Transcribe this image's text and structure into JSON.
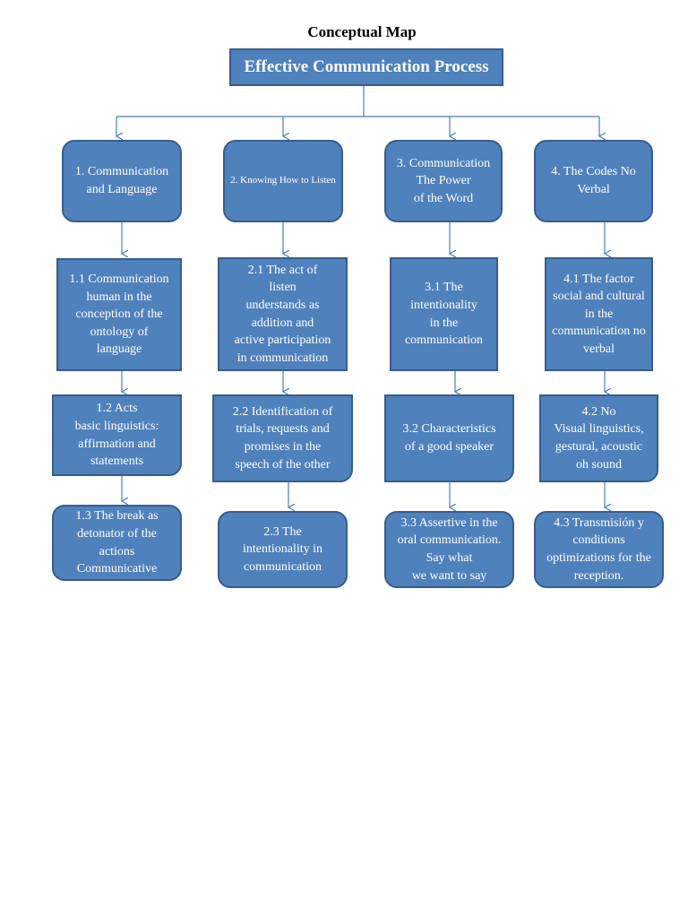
{
  "title": "Conceptual Map",
  "root": "Effective Communication Process",
  "branches": [
    {
      "main": "1. Communication\nand Language",
      "sub1": "1.1 Communication\nhuman in the\nconception of the\nontology of\nlanguage",
      "sub2": "1.2 Acts\nbasic linguistics:\naffirmation and\nstatements",
      "sub3": "1.3 The break as\ndetonator of the\nactions\nCommunicative"
    },
    {
      "main": "2. Knowing How to Listen",
      "sub1": "2.1 The act of\nlisten\nunderstands as\naddition and\nactive participation\nin communication",
      "sub2": "2.2 Identification of\ntrials, requests and\npromises in the\nspeech of the other",
      "sub3": "2.3 The\nintentionality in\ncommunication"
    },
    {
      "main": "3. Communication\nThe Power\nof the Word",
      "sub1": "3.1 The\nintentionality\nin the\ncommunication",
      "sub2": "3.2 Characteristics\nof a good speaker",
      "sub3": "3.3 Assertive in the\noral communication.\nSay what\nwe want to say"
    },
    {
      "main": "4. The Codes No\nVerbal",
      "sub1": "4.1 The factor\nsocial and cultural\nin the\ncommunication no\nverbal",
      "sub2": "4.2  No\nVisual linguistics,\ngestural,  acoustic\noh sound",
      "sub3": "4.3 Transmisión y\nconditions\noptimizations for the\nreception."
    }
  ],
  "colors": {
    "box_fill": "#4f81bd",
    "box_border": "#385d8a",
    "connector": "#4a7ebb",
    "text": "#ffffff"
  }
}
